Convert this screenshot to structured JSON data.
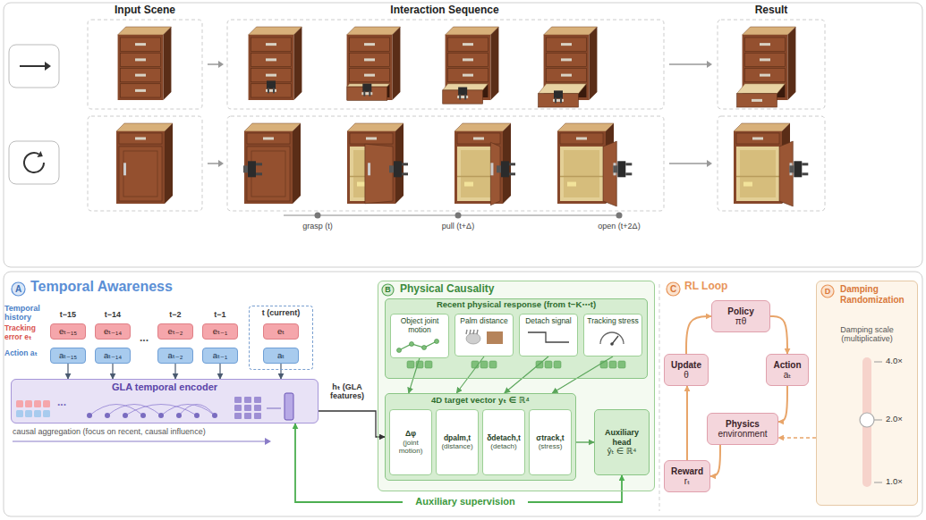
{
  "diagram": {
    "nodes": [
      {
        "text": [
          "A"
        ]
      },
      {
        "text": [
          "eₜ₋₁₅"
        ]
      },
      {
        "text": [
          "eₜ₋₁₄"
        ]
      },
      {
        "text": [
          "eₜ₋₂"
        ]
      },
      {
        "text": [
          "eₜ₋₁"
        ]
      },
      {
        "text": [
          "t (current)"
        ]
      },
      {
        "text": [
          "eₜ"
        ],
        "in": 5
      },
      {
        "text": [
          "aₜ"
        ],
        "in": 5
      },
      {
        "text": [
          "aₜ₋₁₅"
        ]
      },
      {
        "text": [
          "aₜ₋₁₄"
        ]
      },
      {
        "text": [
          "aₜ₋₂"
        ]
      },
      {
        "text": [
          "aₜ₋₁"
        ]
      },
      {
        "text": [
          "GLA temporal encoder"
        ]
      },
      {
        "text": [
          "Physical Causality"
        ]
      },
      {
        "text": [
          "B"
        ],
        "in": 13
      },
      {
        "text": [
          "Recent physical response (from t−K⋯t)"
        ],
        "in": 13
      },
      {
        "text": [
          "Object joint motion"
        ],
        "in": 15
      },
      {
        "text": [
          "Palm distance"
        ],
        "in": 15
      },
      {
        "text": [
          "Detach signal"
        ],
        "in": 15
      },
      {
        "text": [
          "Tracking stress"
        ],
        "in": 15
      },
      {
        "text": [
          "4D target vector yₜ ∈ ℝ⁴"
        ],
        "in": 13
      },
      {
        "text": [
          "Δφ",
          "(joint motion)"
        ],
        "in": 20
      },
      {
        "text": [
          "dpalm,t",
          "(distance)"
        ],
        "in": 20
      },
      {
        "text": [
          "δdetach,t",
          "(detach)"
        ],
        "in": 20
      },
      {
        "text": [
          "σtrack,t",
          "(stress)"
        ],
        "in": 20
      },
      {
        "text": [
          "Auxiliary head",
          "ŷₜ ∈ ℝ⁴"
        ],
        "in": 13
      },
      {
        "text": [
          "C"
        ]
      },
      {
        "text": [
          "Policy",
          "πθ"
        ]
      },
      {
        "text": [
          "Action",
          "aₜ"
        ]
      },
      {
        "text": [
          "Physics",
          "environment"
        ]
      },
      {
        "text": [
          "Reward",
          "rₜ"
        ]
      },
      {
        "text": [
          "Update",
          "θ"
        ]
      },
      {
        "text": [
          "Damping Randomization"
        ]
      },
      {
        "text": [
          "D"
        ],
        "in": 32
      }
    ],
    "edges": [
      {
        "from": 8,
        "to": 12,
        "arrow": "to"
      },
      {
        "from": 9,
        "to": 12,
        "arrow": "to"
      },
      {
        "from": 10,
        "to": 12,
        "arrow": "to"
      },
      {
        "from": 11,
        "to": 12,
        "arrow": "to"
      },
      {
        "from": 7,
        "to": 12,
        "arrow": "to"
      },
      {
        "from": 12,
        "to": 20,
        "label": "hₜ (GLA features)",
        "arrow": "to"
      },
      {
        "from": 16,
        "to": 20,
        "arrow": "to"
      },
      {
        "from": 17,
        "to": 20,
        "arrow": "to"
      },
      {
        "from": 18,
        "to": 20,
        "arrow": "to"
      },
      {
        "from": 19,
        "to": 20,
        "arrow": "to"
      },
      {
        "from": 20,
        "to": 25,
        "arrow": "to"
      },
      {
        "from": 25,
        "to": 12,
        "label": "Auxiliary supervision",
        "arrow": "both"
      },
      {
        "from": 27,
        "to": 28,
        "arrow": "to"
      },
      {
        "from": 28,
        "to": 29,
        "arrow": "to"
      },
      {
        "from": 29,
        "to": 30,
        "arrow": "to"
      },
      {
        "from": 30,
        "to": 31,
        "arrow": "to"
      },
      {
        "from": 31,
        "to": 27,
        "arrow": "to"
      },
      {
        "from": 32,
        "to": 29,
        "arrow": "to"
      }
    ],
    "labels": [
      "Input Scene",
      "Interaction Sequence",
      "Result",
      "grasp (t)",
      "pull (t+Δ)",
      "open (t+2Δ)",
      "Temporal Awareness",
      "t−15",
      "t−14",
      "...",
      "t−2",
      "t−1",
      "Temporal history",
      "Tracking error eₜ",
      "Action aₜ",
      "...",
      "causal aggregation (focus on recent, causal influence)",
      "RL Loop",
      "Damping scale (multiplicative)",
      "4.0×",
      "2.0×",
      "1.0×"
    ]
  }
}
